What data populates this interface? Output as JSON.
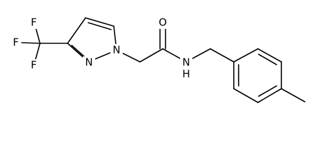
{
  "molecule": {
    "atom_labels": {
      "fluorine_top": "F",
      "fluorine_left": "F",
      "fluorine_bottom": "F",
      "pyrazole_n1": "N",
      "pyrazole_n2": "N",
      "carbonyl_oxygen": "O",
      "amide_nitrogen": "N",
      "amide_hydrogen": "H"
    }
  }
}
